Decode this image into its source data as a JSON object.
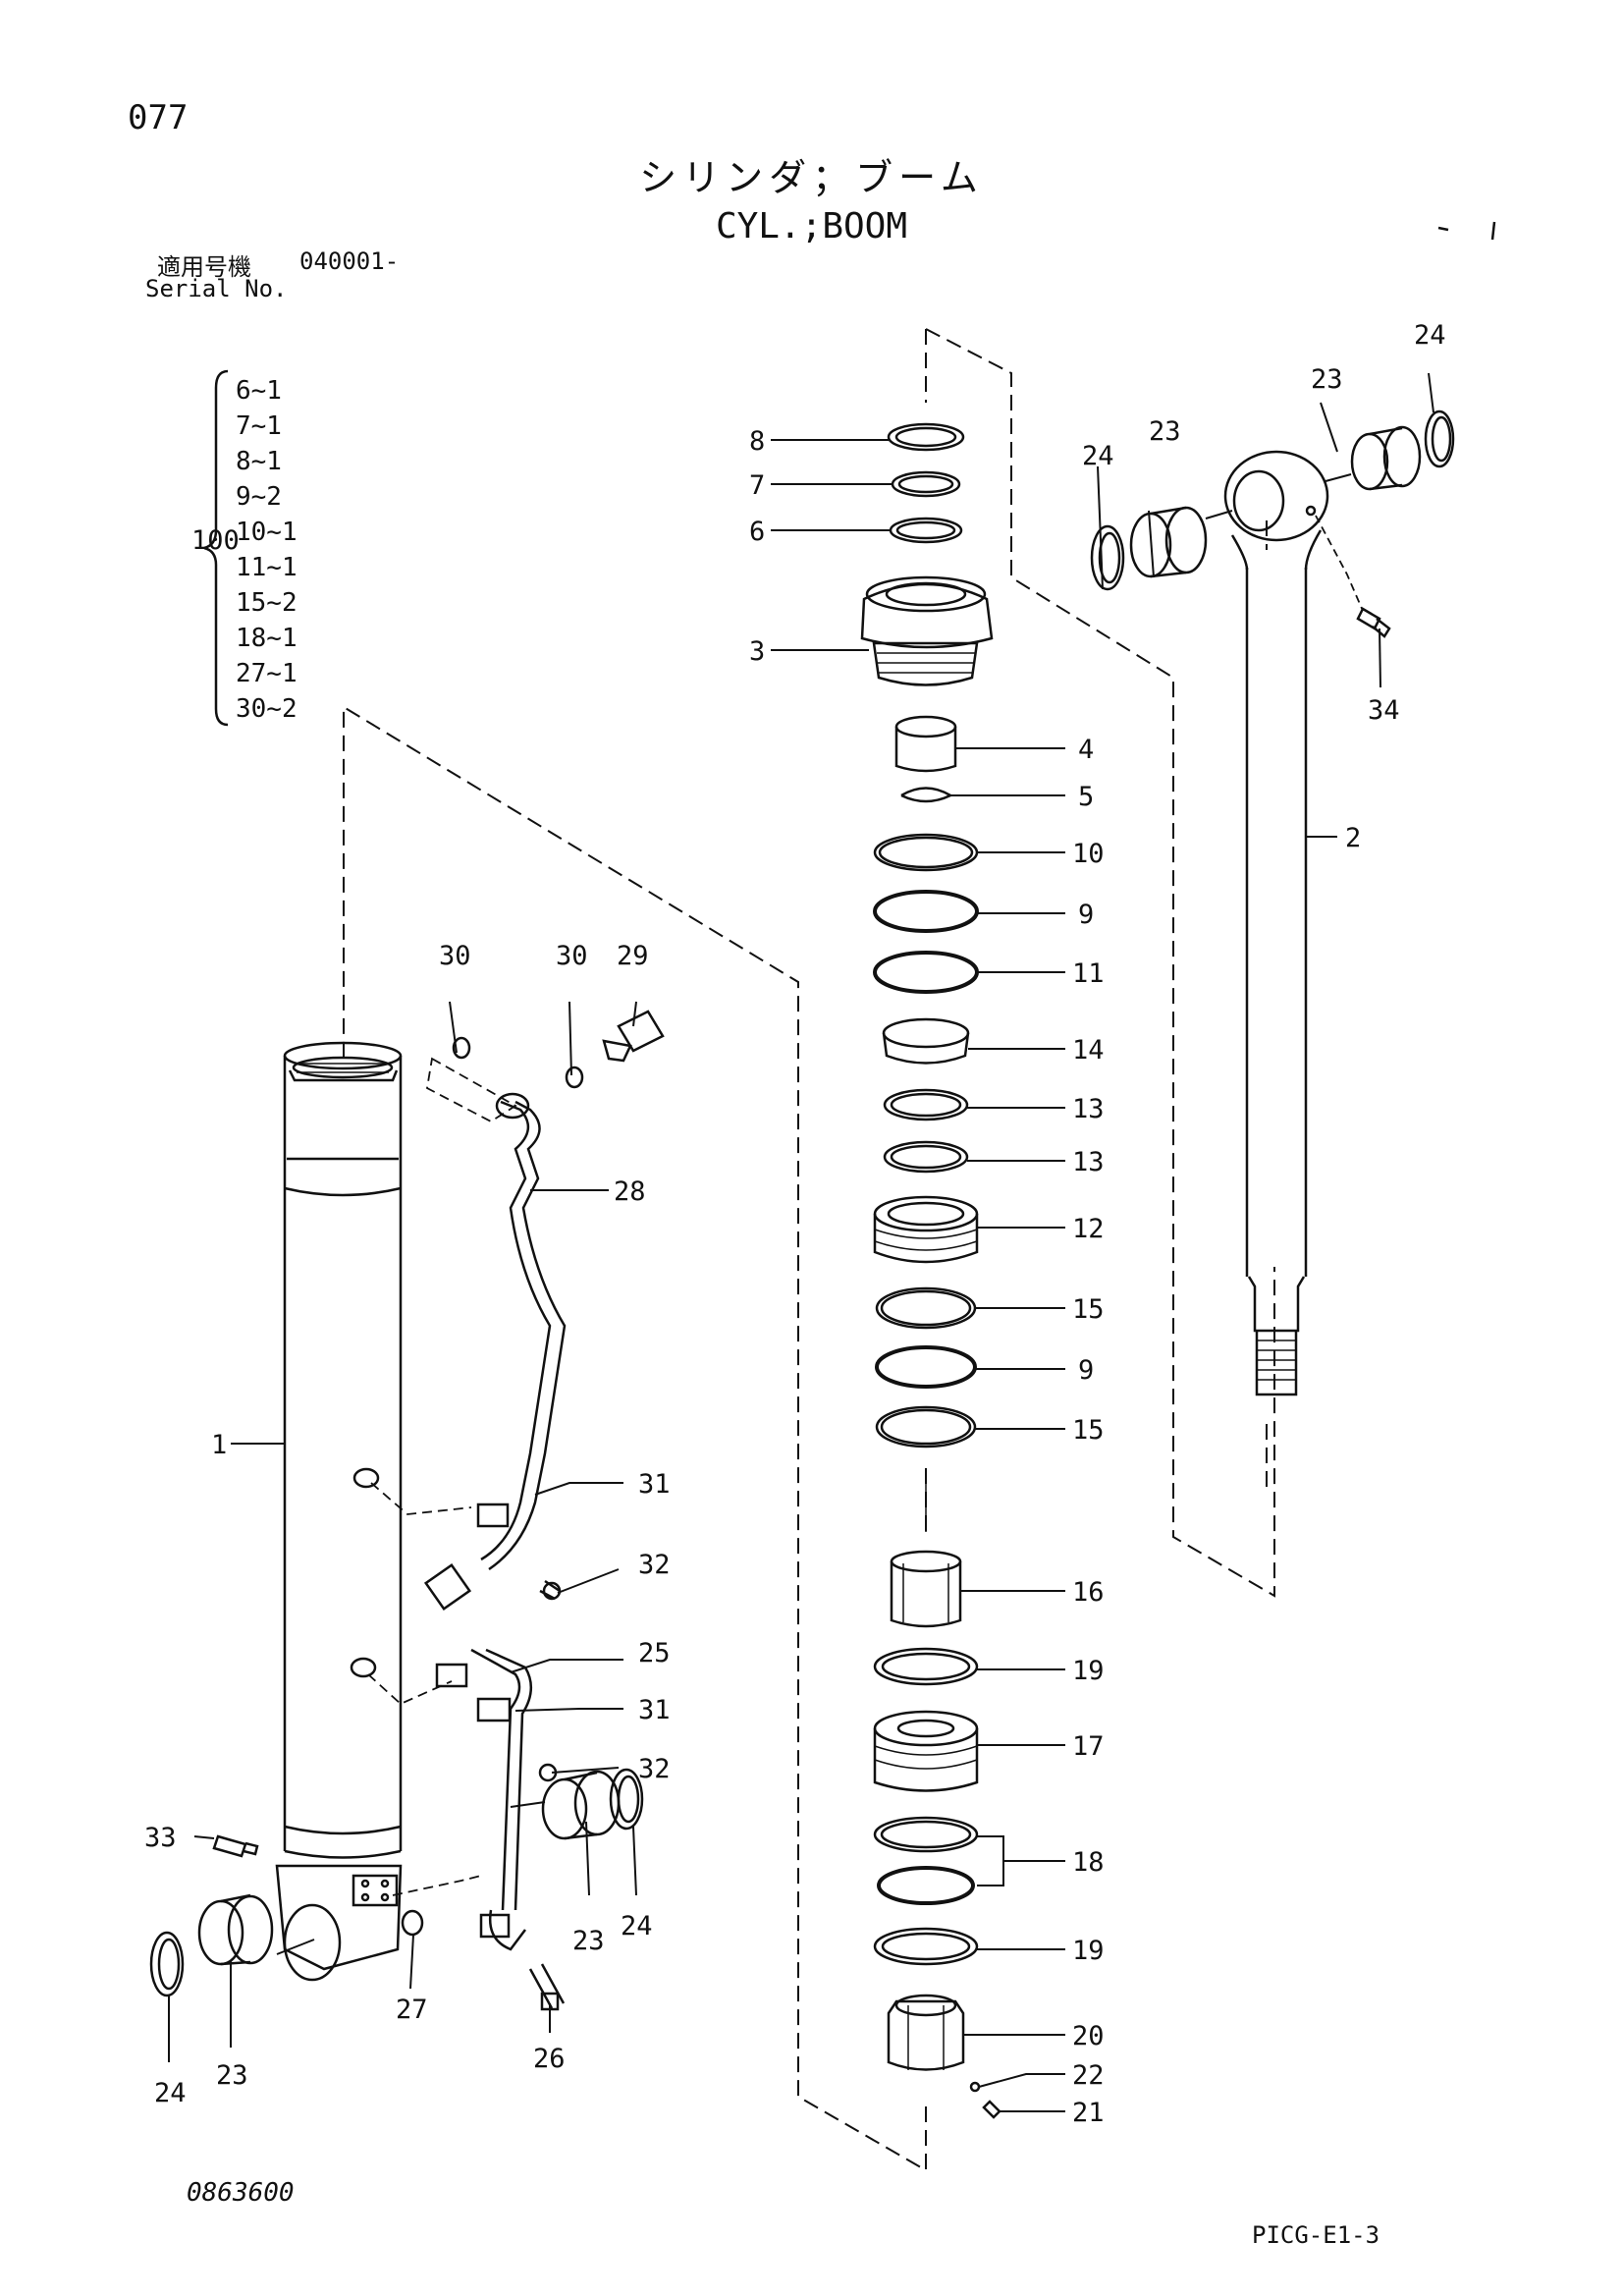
{
  "header": {
    "page_number": "077",
    "title_jp": "シリンダ；ブーム",
    "title_en": "CYL.;BOOM",
    "serial_label_jp": "適用号機",
    "serial_range": "040001-",
    "serial_label_en": "Serial No."
  },
  "kit": {
    "number": "100",
    "items": [
      "6~1",
      "7~1",
      "8~1",
      "9~2",
      "10~1",
      "11~1",
      "15~2",
      "18~1",
      "27~1",
      "30~2"
    ]
  },
  "callouts": {
    "c1": "1",
    "c2": "2",
    "c3": "3",
    "c4": "4",
    "c5": "5",
    "c6": "6",
    "c7": "7",
    "c8": "8",
    "c9a": "9",
    "c9b": "9",
    "c10": "10",
    "c11": "11",
    "c12": "12",
    "c13a": "13",
    "c13b": "13",
    "c14": "14",
    "c15a": "15",
    "c15b": "15",
    "c16": "16",
    "c17": "17",
    "c18": "18",
    "c19a": "19",
    "c19b": "19",
    "c20": "20",
    "c21": "21",
    "c22": "22",
    "c23a": "23",
    "c23b": "23",
    "c23c": "23",
    "c23d": "23",
    "c24a": "24",
    "c24b": "24",
    "c24c": "24",
    "c24d": "24",
    "c25": "25",
    "c26": "26",
    "c27": "27",
    "c28": "28",
    "c29": "29",
    "c30a": "30",
    "c30b": "30",
    "c31a": "31",
    "c31b": "31",
    "c32a": "32",
    "c32b": "32",
    "c33": "33",
    "c34": "34"
  },
  "footer": {
    "drawing_number": "0863600",
    "sheet_code": "PICG-E1-3"
  }
}
